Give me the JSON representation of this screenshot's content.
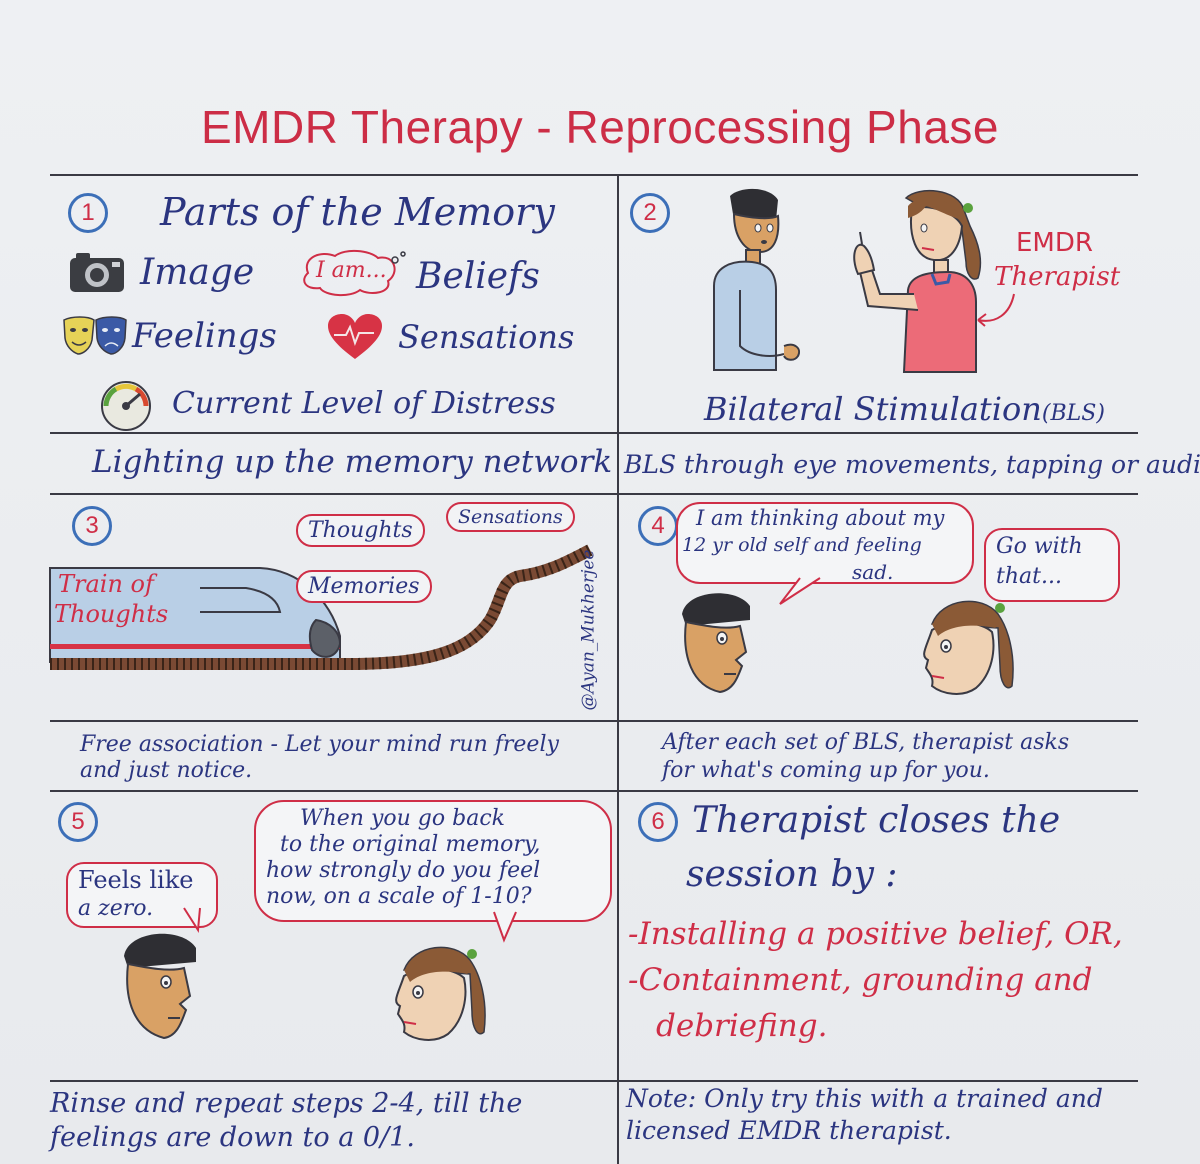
{
  "title": "EMDR Therapy - Reprocessing Phase",
  "panels": {
    "p1": {
      "num": "1",
      "heading": "Parts of the Memory",
      "image": "Image",
      "iam": "I am...",
      "beliefs": "Beliefs",
      "feelings": "Feelings",
      "sensations": "Sensations",
      "distress": "Current Level of Distress",
      "caption": "Lighting up the memory network"
    },
    "p2": {
      "num": "2",
      "therapist_label": "EMDR Therapist",
      "therapist_line1": "EMDR",
      "therapist_line2": "Therapist",
      "bls": "Bilateral Stimulation",
      "bls_abbr": "(BLS)",
      "caption": "BLS through eye movements, tapping or audio."
    },
    "p3": {
      "num": "3",
      "train_line1": "Train of",
      "train_line2": "Thoughts",
      "thoughts": "Thoughts",
      "sensations": "Sensations",
      "memories": "Memories",
      "credit": "@Ayan_Mukherjee",
      "caption_line1": "Free association - Let your mind run freely",
      "caption_line2": "and just notice."
    },
    "p4": {
      "num": "4",
      "client_line1": "I am thinking about my",
      "client_line2": "12 yr old self and feeling",
      "client_line3": "sad.",
      "therapist_line1": "Go with",
      "therapist_line2": "that...",
      "caption_line1": "After each set of BLS, therapist asks",
      "caption_line2": "for what's coming up for you."
    },
    "p5": {
      "num": "5",
      "client_line1": "Feels like",
      "client_line2": "a zero.",
      "therapist_line1": "When you go back",
      "therapist_line2": "to the original memory,",
      "therapist_line3": "how strongly do you feel",
      "therapist_line4": "now, on a scale of 1-10?",
      "caption_line1": "Rinse and repeat steps 2-4, till the",
      "caption_line2": "feelings are down to a 0/1."
    },
    "p6": {
      "num": "6",
      "heading_line1": "Therapist closes the",
      "heading_line2": "session by :",
      "item1": "-Installing a positive belief, OR,",
      "item2a": "-Containment, grounding and",
      "item2b": "debriefing.",
      "note_line1": "Note: Only try this with a trained and",
      "note_line2": "licensed EMDR therapist."
    }
  },
  "colors": {
    "red": "#cf2e47",
    "ink": "#2b3580",
    "blue_shirt": "#b9cfe6",
    "pink_shirt": "#ec6b78",
    "skin": "#d9a165",
    "skin2": "#efd2b4"
  },
  "icons": [
    "camera-icon",
    "thought-bubble-icon",
    "mask-icon",
    "heart-icon",
    "gauge-icon"
  ]
}
